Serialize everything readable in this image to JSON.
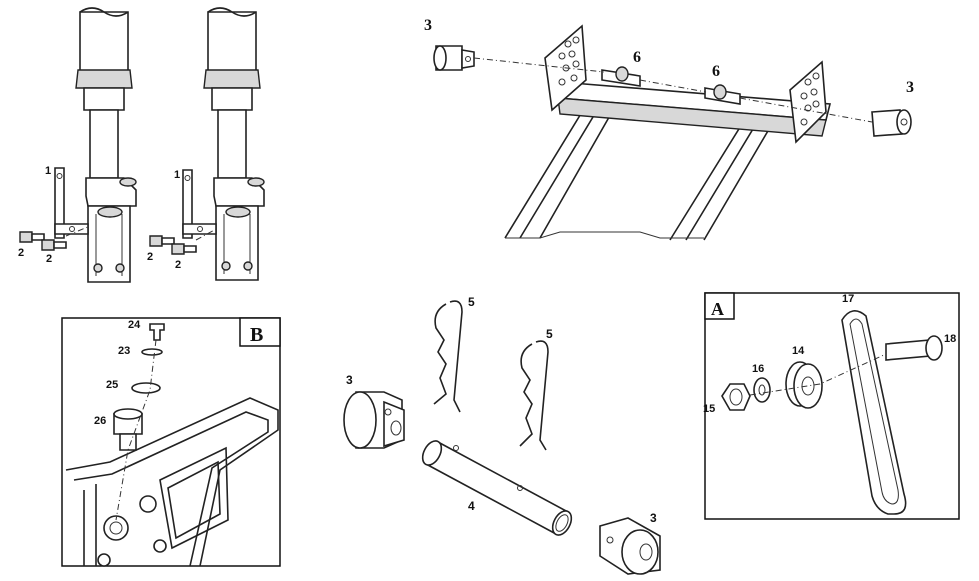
{
  "fork": {
    "left": {
      "label_bracket": "1",
      "label_bolt_a": "2",
      "label_bolt_b": "2"
    },
    "right": {
      "label_bracket": "1",
      "label_bolt_a": "2",
      "label_bolt_b": "2"
    }
  },
  "crossbar": {
    "label_cap_left": "3",
    "label_pin_a": "6",
    "label_pin_b": "6",
    "label_cap_right": "3"
  },
  "detail_b": {
    "tag": "B",
    "label_24": "24",
    "label_23": "23",
    "label_25": "25",
    "label_26": "26"
  },
  "axle": {
    "label_clip_a": "5",
    "label_clip_b": "5",
    "label_cap_left": "3",
    "label_tube": "4",
    "label_cap_right": "3"
  },
  "detail_a": {
    "tag": "A",
    "label_17": "17",
    "label_18": "18",
    "label_14": "14",
    "label_16": "16",
    "label_15": "15"
  }
}
